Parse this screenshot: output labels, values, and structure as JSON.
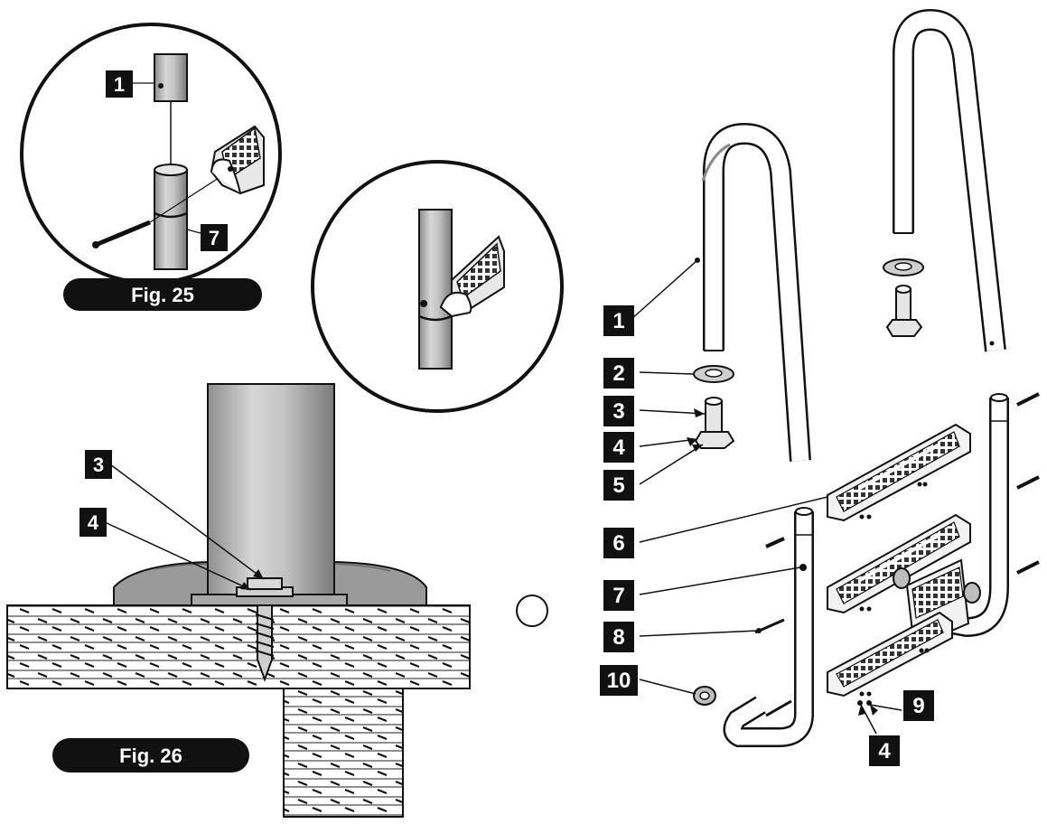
{
  "figures": {
    "fig25": {
      "caption": "Fig. 25",
      "callouts": [
        "1",
        "7"
      ]
    },
    "fig26": {
      "caption": "Fig. 26",
      "callouts": [
        "3",
        "4"
      ]
    }
  },
  "exploded_view": {
    "callouts": [
      "1",
      "2",
      "3",
      "4",
      "5",
      "6",
      "7",
      "8",
      "10",
      "9",
      "4"
    ]
  },
  "colors": {
    "ink": "#111111",
    "label_bg": "#111111",
    "label_text": "#ffffff",
    "metal": "#b8b8b8",
    "metal_dark": "#8a8a8a"
  }
}
